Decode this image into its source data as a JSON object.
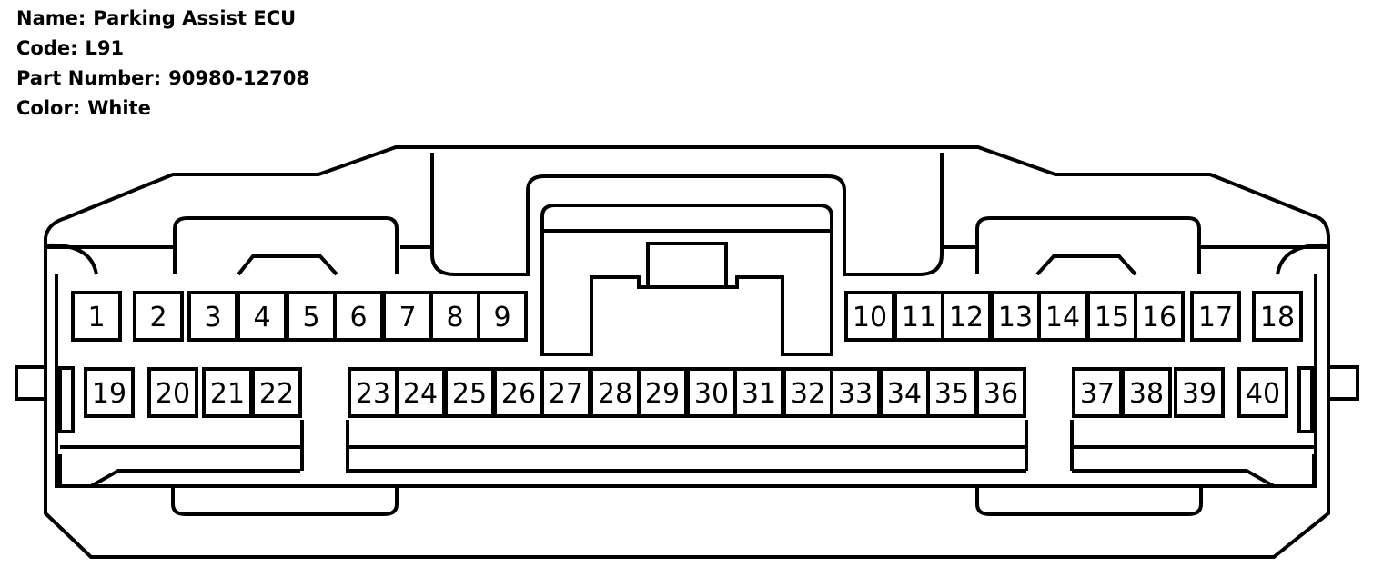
{
  "connector": {
    "name_label": "Name:",
    "name_value": "Parking Assist ECU",
    "code_label": "Code:",
    "code_value": "L91",
    "part_number_label": "Part Number:",
    "part_number_value": "90980-12708",
    "color_label": "Color:",
    "color_value": "White"
  },
  "pins": {
    "top_row": [
      "1",
      "2",
      "3",
      "4",
      "5",
      "6",
      "7",
      "8",
      "9",
      "10",
      "11",
      "12",
      "13",
      "14",
      "15",
      "16",
      "17",
      "18"
    ],
    "bottom_row": [
      "19",
      "20",
      "21",
      "22",
      "23",
      "24",
      "25",
      "26",
      "27",
      "28",
      "29",
      "30",
      "31",
      "32",
      "33",
      "34",
      "35",
      "36",
      "37",
      "38",
      "39",
      "40"
    ]
  }
}
